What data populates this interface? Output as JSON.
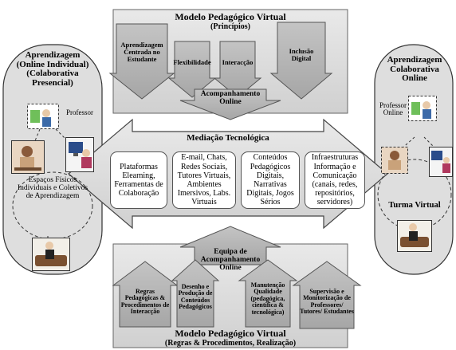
{
  "top_panel": {
    "title": "Modelo Pedagógico Virtual",
    "subtitle": "(Princípios)",
    "arrows": [
      "Aprendizagem Centrada no Estudante",
      "Flexibilidade",
      "Interacção",
      "Inclusão Digital"
    ],
    "center_arrow": "Acompanhamento Online"
  },
  "middle": {
    "title": "Mediação Tecnológica",
    "boxes": [
      "Plataformas Elearning, Ferramentas de Colaboração",
      "E-mail, Chats, Redes Sociais, Tutores Virtuais, Ambientes Imersivos, Labs. Virtuais",
      "Conteúdos Pedagógicos Digitais, Narrativas Digitais, Jogos Sérios",
      "Infraestruturas Informação e Comunicação (canais, redes, repositórios, servidores)"
    ]
  },
  "left_panel": {
    "title": "Aprendizagem (Online Individual) (Colaborativa Presencial)",
    "teacher_label": "Professor",
    "spaces_label": "Espaços Físicos Individuais e Coletivos de Aprendizagem"
  },
  "right_panel": {
    "title": "Aprendizagem Colaborativa Online",
    "teacher_label": "Professor Online",
    "class_label": "Turma Virtual"
  },
  "bottom_panel": {
    "center_arrow": "Equipa de Acompanhamento Online",
    "arrows": [
      "Regras Pedagógicas & Procedimentos de Interacção",
      "Desenho e Produção de Conteúdos Pedagógicos",
      "Manutenção Qualidade (pedagógica, científica & tecnológica)",
      "Supervisão e Monitorização de Professores/ Tutores/ Estudantes"
    ],
    "title": "Modelo Pedagógico Virtual",
    "subtitle": "(Regras & Procedimentos, Realização)"
  },
  "colors": {
    "panel_fill": "#dcdcdc",
    "arrow_fill": "#b4b4b4",
    "outline": "#555555"
  }
}
